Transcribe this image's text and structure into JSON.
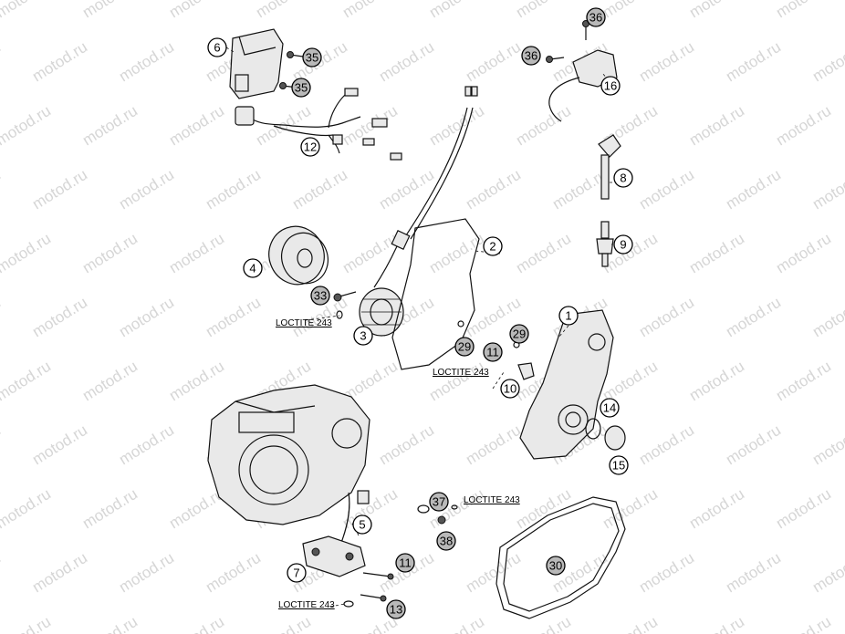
{
  "watermark": "motod.ru",
  "loctite_label": "LOCTITE 243",
  "callouts": {
    "c1": "1",
    "c2": "2",
    "c3": "3",
    "c4": "4",
    "c5": "5",
    "c6": "6",
    "c7": "7",
    "c8": "8",
    "c9": "9",
    "c10": "10",
    "c11a": "11",
    "c11b": "11",
    "c12": "12",
    "c13": "13",
    "c14": "14",
    "c15": "15",
    "c16": "16",
    "c29a": "29",
    "c29b": "29",
    "c30": "30",
    "c33": "33",
    "c35a": "35",
    "c35b": "35",
    "c36a": "36",
    "c36b": "36",
    "c37": "37",
    "c38": "38"
  },
  "colors": {
    "callout_gray": "#b9b9b9",
    "line": "#111111",
    "watermark": "#d6d6d6"
  }
}
